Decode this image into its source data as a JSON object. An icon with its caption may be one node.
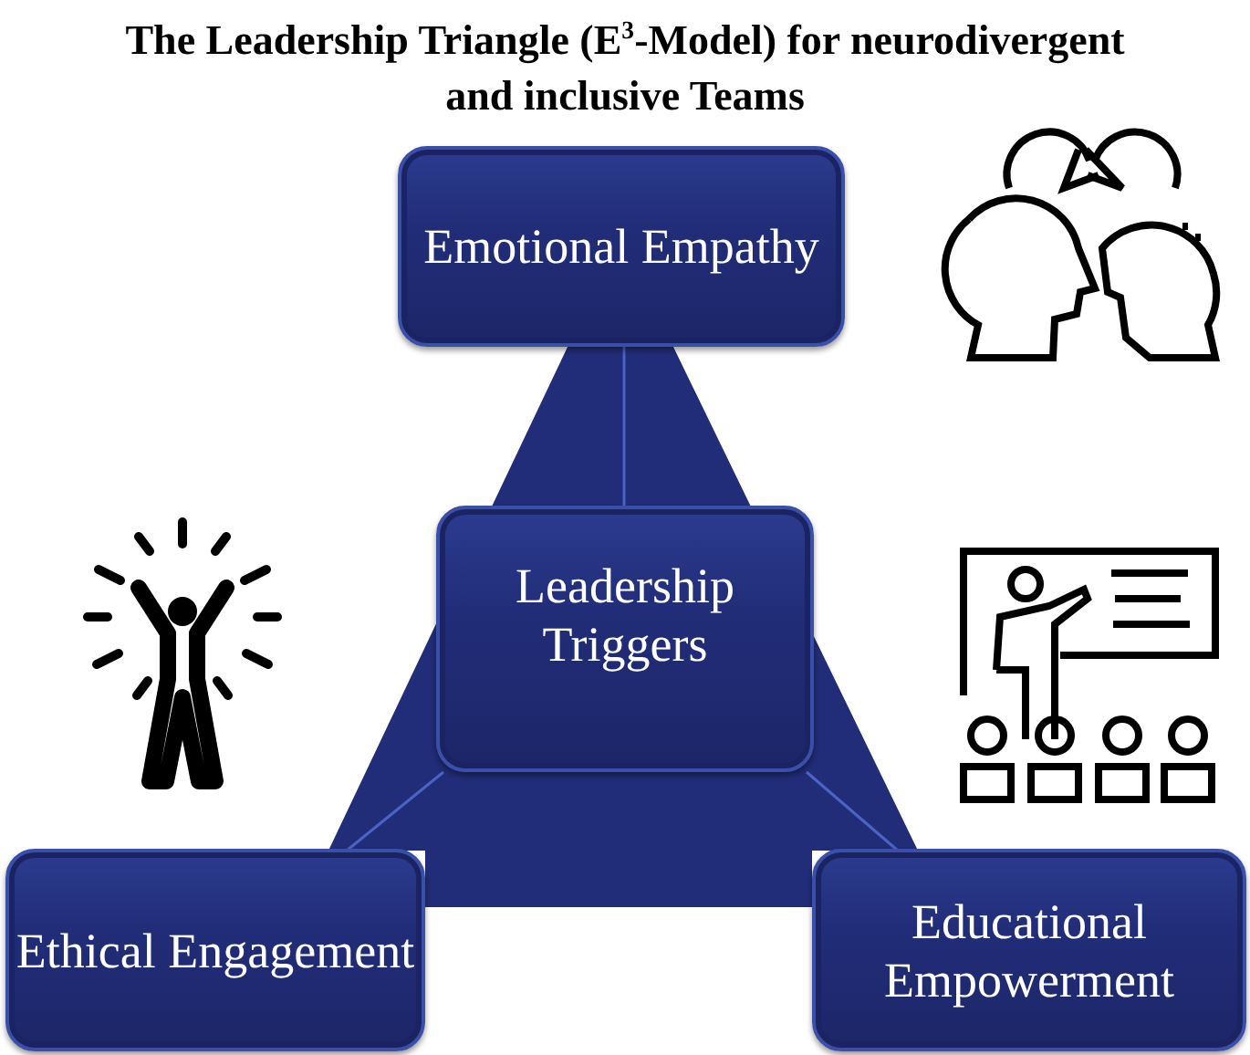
{
  "diagram": {
    "title": "The Leadership Triangle (E$^{3}$-Model) for neurodivergent and inclusive Teams",
    "nodes": [
      {
        "text": [
          "Emotional Empathy"
        ]
      },
      {
        "text": [
          "Leadership Triggers"
        ]
      },
      {
        "text": [
          "Ethical Engagement"
        ]
      },
      {
        "text": [
          "Educational Empowerment"
        ]
      }
    ],
    "edges": [
      {
        "from": 1,
        "to": 0,
        "arrow": "none"
      },
      {
        "from": 1,
        "to": 2,
        "arrow": "none"
      },
      {
        "from": 1,
        "to": 3,
        "arrow": "none"
      }
    ]
  }
}
